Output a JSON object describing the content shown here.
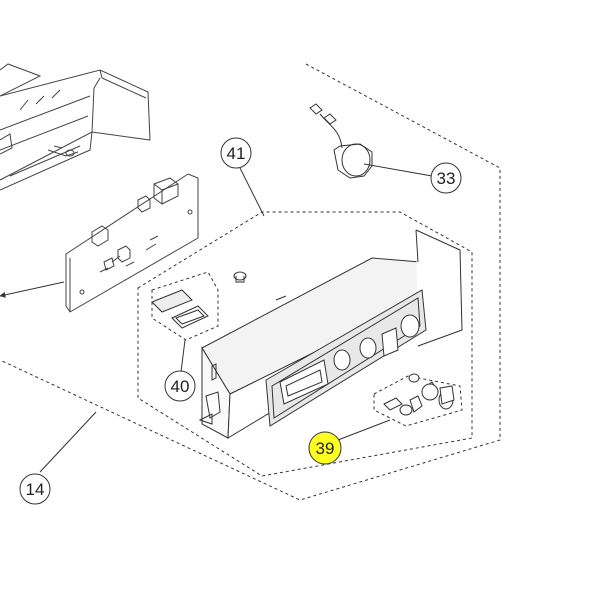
{
  "callouts": {
    "c41": "41",
    "c33": "33",
    "c40": "40",
    "c39": "39",
    "c14": "14"
  },
  "colors": {
    "line": "#333333",
    "highlight": "#ffff22"
  }
}
